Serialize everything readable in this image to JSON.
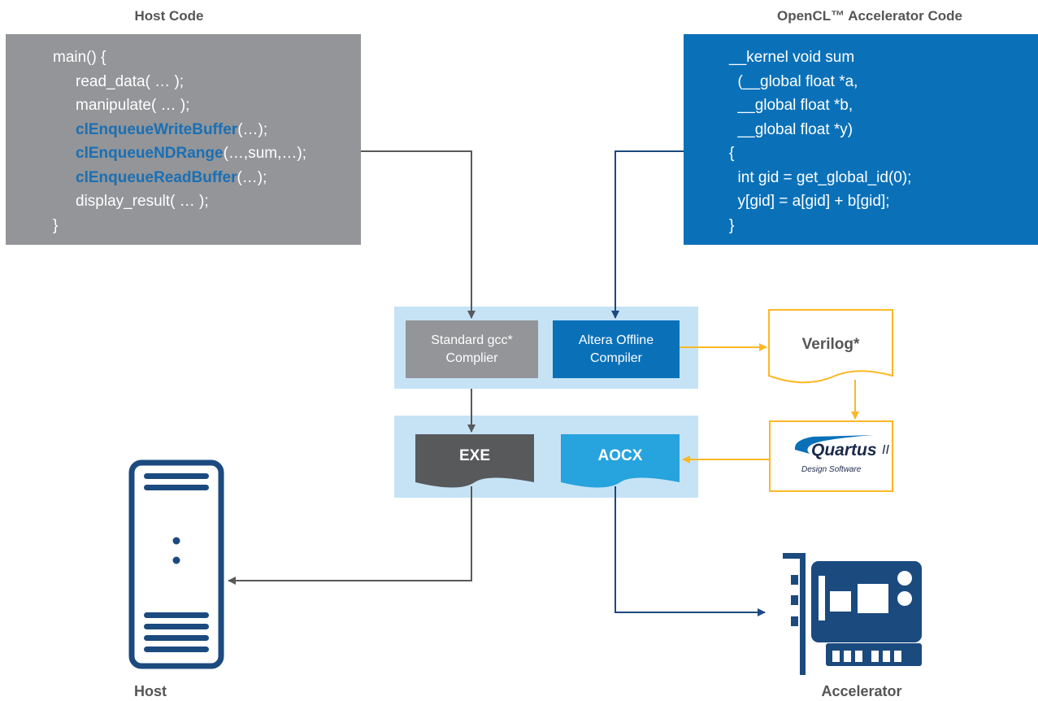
{
  "headings": {
    "host_code": "Host Code",
    "accelerator_code": "OpenCL™ Accelerator Code"
  },
  "host_code_lines": [
    {
      "indent": 0,
      "parts": [
        {
          "text": "main() {",
          "kw": false
        }
      ]
    },
    {
      "indent": 1,
      "parts": [
        {
          "text": "read_data( … );",
          "kw": false
        }
      ]
    },
    {
      "indent": 1,
      "parts": [
        {
          "text": "manipulate( … );",
          "kw": false
        }
      ]
    },
    {
      "indent": 1,
      "parts": [
        {
          "text": "clEnqueueWriteBuffer",
          "kw": true
        },
        {
          "text": "(…);",
          "kw": false
        }
      ]
    },
    {
      "indent": 1,
      "parts": [
        {
          "text": "clEnqueueNDRange",
          "kw": true
        },
        {
          "text": "(…,sum,…);",
          "kw": false
        }
      ]
    },
    {
      "indent": 1,
      "parts": [
        {
          "text": "clEnqueueReadBuffer",
          "kw": true
        },
        {
          "text": "(…);",
          "kw": false
        }
      ]
    },
    {
      "indent": 1,
      "parts": [
        {
          "text": "display_result( … );",
          "kw": false
        }
      ]
    },
    {
      "indent": 0,
      "parts": [
        {
          "text": "}",
          "kw": false
        }
      ]
    }
  ],
  "kernel_code_lines": [
    "__kernel void sum",
    "  (__global float *a,",
    "  __global float *b,",
    "  __global float *y)",
    "{",
    "  int gid = get_global_id(0);",
    "  y[gid] = a[gid] + b[gid];",
    "}"
  ],
  "tools": {
    "gcc": "Standard gcc* Complier",
    "aoc": "Altera Offline Compiler"
  },
  "outputs": {
    "exe": "EXE",
    "aocx": "AOCX"
  },
  "verilog": "Verilog*",
  "quartus": {
    "name": "Quartus",
    "suffix": "II",
    "tagline": "Design Software"
  },
  "labels": {
    "host": "Host",
    "accelerator": "Accelerator"
  },
  "colors": {
    "gray_box": "#939598",
    "blue_box": "#0a71b9",
    "dark_doc": "#58595b",
    "light_blue_doc": "#27a3dd",
    "panel": "#c6e3f6",
    "yellow": "#fbb827",
    "navy": "#1b4a7f",
    "arrow_gray": "#58595b"
  }
}
